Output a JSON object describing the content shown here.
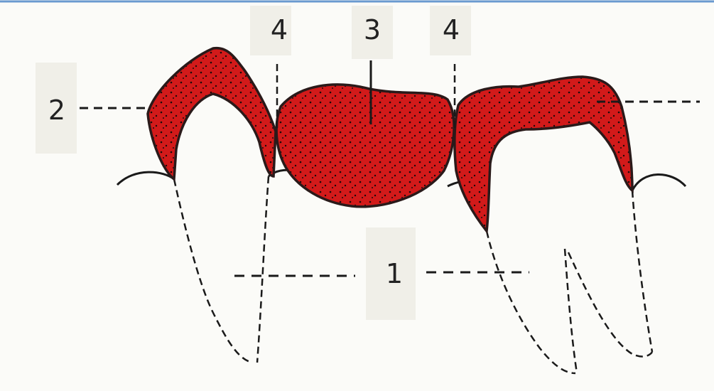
{
  "labels": {
    "abutment_roots": "1",
    "retainer_crown": "2",
    "pontic": "3",
    "connector_left": "4",
    "connector_right": "4"
  },
  "colors": {
    "crown_fill": "#d21a1a",
    "outline": "#2a1a1a",
    "background": "#fbfbf8",
    "label_box": "#f0efe8"
  }
}
